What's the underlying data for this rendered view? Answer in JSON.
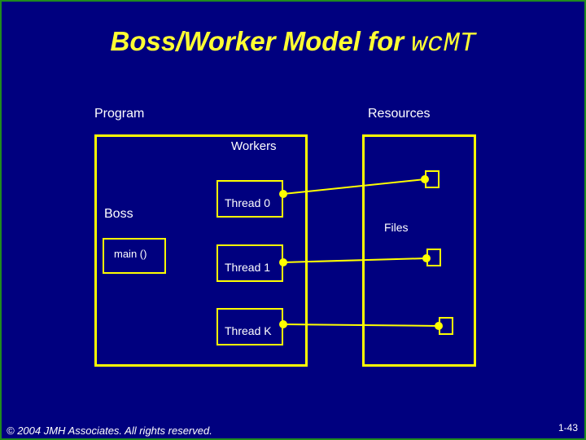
{
  "title": {
    "text": "Boss/Worker Model for ",
    "code": "wcMT"
  },
  "labels": {
    "program": "Program",
    "resources": "Resources",
    "workers": "Workers",
    "boss": "Boss",
    "main": "main ()",
    "files": "Files"
  },
  "threads": [
    "Thread 0",
    "Thread 1",
    "Thread K"
  ],
  "footer": "© 2004 JMH Associates. All rights reserved.",
  "page_number": "1-43",
  "colors": {
    "background": "#00007f",
    "accent": "#ffff00",
    "title": "#ffff33",
    "text": "#ffffff"
  }
}
